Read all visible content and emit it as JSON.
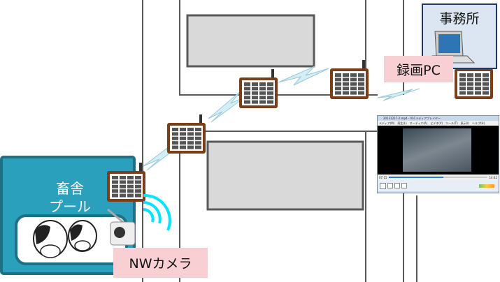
{
  "office": {
    "label": "事務所"
  },
  "recorder": {
    "label": "録画PC"
  },
  "barn": {
    "line1": "畜舎",
    "line2": "プール"
  },
  "camera": {
    "label": "NWカメラ"
  },
  "player": {
    "title": "20131217-2.mp4 - VLCメディアプレイヤー",
    "menu": [
      "メディア(M)",
      "再生(L)",
      "オーディオ(A)",
      "ビデオ(V)",
      "ツール(T)",
      "表示(I)",
      "ヘルプ(H)"
    ],
    "time_start": "07:15",
    "time_end": "14:42"
  },
  "colors": {
    "barn": "#2aa0bd",
    "label_bg": "#f8d0d3",
    "wifi": "#00e5ff",
    "repeater_frame": "#7a3f1a",
    "building": "#d9d9d9"
  }
}
